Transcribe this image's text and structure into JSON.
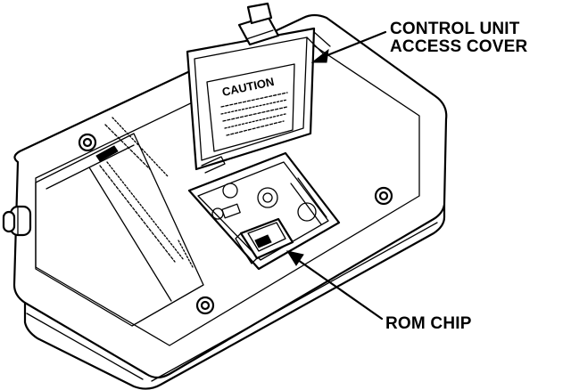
{
  "labels": {
    "cover_line1": "CONTROL UNIT",
    "cover_line2": "ACCESS COVER",
    "rom_chip": "ROM CHIP"
  },
  "cover_panel": {
    "caution": "CAUTION"
  },
  "colors": {
    "ink": "#000000",
    "paper": "#ffffff"
  }
}
